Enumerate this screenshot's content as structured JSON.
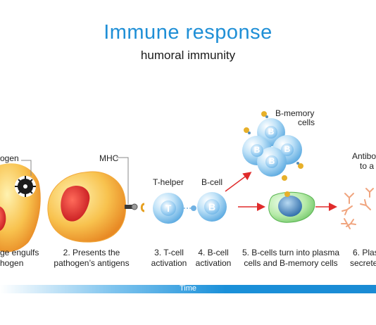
{
  "title": "Immune response",
  "subtitle": "humoral immunity",
  "labels": {
    "pathogen": "ogen",
    "mhc": "MHC",
    "t_helper": "T-helper",
    "b_cell": "B-cell",
    "b_memory_line1": "B-memory",
    "b_memory_line2": "cells",
    "antibodies_line1": "Antibo",
    "antibodies_line2": "to a",
    "t_letter": "T",
    "b_letter": "B"
  },
  "steps": [
    {
      "line1": "ge engulfs",
      "line2": "hogen"
    },
    {
      "line1": "2. Presents the",
      "line2": "pathogen’s antigens"
    },
    {
      "line1": "3. T-cell",
      "line2": "activation"
    },
    {
      "line1": "4. B-cell",
      "line2": "activation"
    },
    {
      "line1": "5. B-cells turn into plasma",
      "line2": "cells and B-memory cells"
    },
    {
      "line1": "6. Plas",
      "line2": "secrete"
    }
  ],
  "timeline": {
    "label": "Time"
  },
  "colors": {
    "title": "#1f8fd6",
    "arrow": "#e02b2b",
    "timebar": "#1a8bd4",
    "cell_blue": "#8fc8f0",
    "macrophage": "#f6b24a",
    "plasma_cell": "#8fd48a"
  }
}
